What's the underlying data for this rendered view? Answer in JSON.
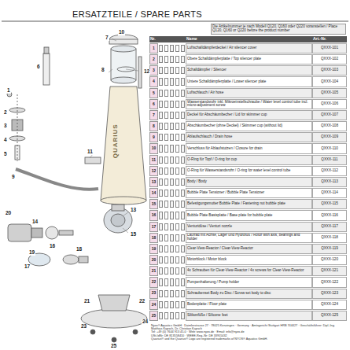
{
  "diagram": {
    "title": "ERSATZTEILE / SPARE PARTS",
    "labels": [
      "Die Artikelnummer je nach Modell Q120, Q160 oder Q220 voranstellen / Place Q120, Q160 or Q220 before the product number",
      "Nr.",
      "Name",
      "Art.-Nr.",
      "1",
      "Luftschalldämpferdeckel / Air silencer cover",
      "QXXX-101",
      "2",
      "Obere Schalldämpferplatte / Top silencer plate",
      "QXXX-102",
      "3",
      "Schalldämpfer / Silencer",
      "QXXX-103",
      "4",
      "Untere Schalldämpferplatte / Lower silencer plate",
      "QXXX-104",
      "5",
      "Luftschlauch / Air hose",
      "QXXX-105",
      "6",
      "Wasserstandsrohr inkl. Mikroeinstellschraube / Water level control tube incl. micro-adjustment screw",
      "QXXX-106",
      "7",
      "Deckel für Abschäumbecher / Lid for skimmer cup",
      "QXXX-107",
      "8",
      "Abschäumbecher (ohne Deckel) / Skimmer cup (without lid)",
      "QXXX-108",
      "9",
      "Ablaufschlauch / Drain hose",
      "QXXX-109",
      "10",
      "Verschluss für Ablaufstutzen / Closure for drain",
      "QXXX-110",
      "11",
      "O-Ring für Topf / O-ring for cup",
      "QXXX-111",
      "12",
      "O-Ring für Wasserstandsrohr / O-ring for water level control tube",
      "QXXX-112",
      "13",
      "Body / Body",
      "QXXX-113",
      "14",
      "Bubble Plate Tensioner / Bubble Plate Tensioner",
      "QXXX-114",
      "15",
      "Befestigungsmutter Bubble Plate / Fastening nut bubble plate",
      "QXXX-115",
      "16",
      "Bubble Plate Basisplatte / Base plate for bubble plate",
      "QXXX-116",
      "17",
      "Venturidüse / Venturi nozzle",
      "QXXX-117",
      "18",
      "Laufrad mit Achse, Lager und Hydrofuß / Rotor with axis, bearings and holder",
      "QXXX-118",
      "19",
      "Clear-View-Reactor / Clear-View-Reactor",
      "QXXX-119",
      "20",
      "Motorblock / Motor block",
      "QXXX-120",
      "21",
      "4x Schrauben für Clear-View-Reactor / 4x screws for Clear-View-Reactor",
      "QXXX-121",
      "22",
      "Pumpenhalterung / Pump holder",
      "QXXX-122",
      "23",
      "Schraubenset Body zu Disc / Screw set body to disc",
      "QXXX-123",
      "24",
      "Bodenplatte / Floor plate",
      "QXXX-124",
      "25",
      "Silikonfüße / Silicone feet",
      "QXXX-125",
      "1",
      "2",
      "3",
      "4",
      "5",
      "6",
      "7",
      "8",
      "9",
      "10",
      "11",
      "12",
      "13",
      "14",
      "15",
      "16",
      "17",
      "18",
      "19",
      "20",
      "21",
      "22",
      "23",
      "24",
      "25",
      "QUARIUS",
      "Nyos® Aquatics GmbH · Daimlerstrasse 27 · 78025 Kenzingen · Germany · Amtsgericht Stuttgart HRB 744427 · Geschäftsführer: Dipl.-Ing. Matthias Kapsch, Dr. Christian Kapsch",
      "Tel: +49 (0) 7644 913 45-0 · Web: www.nyos.de · Email: info@nyos.de",
      "USt-IdNr: DE 813558410 · WEEE-Reg.-Nr: DE 33955432",
      "Quarius® and the Quarius® Logo are registered trademarks of NYOS® Aquatics GmbH."
    ]
  }
}
